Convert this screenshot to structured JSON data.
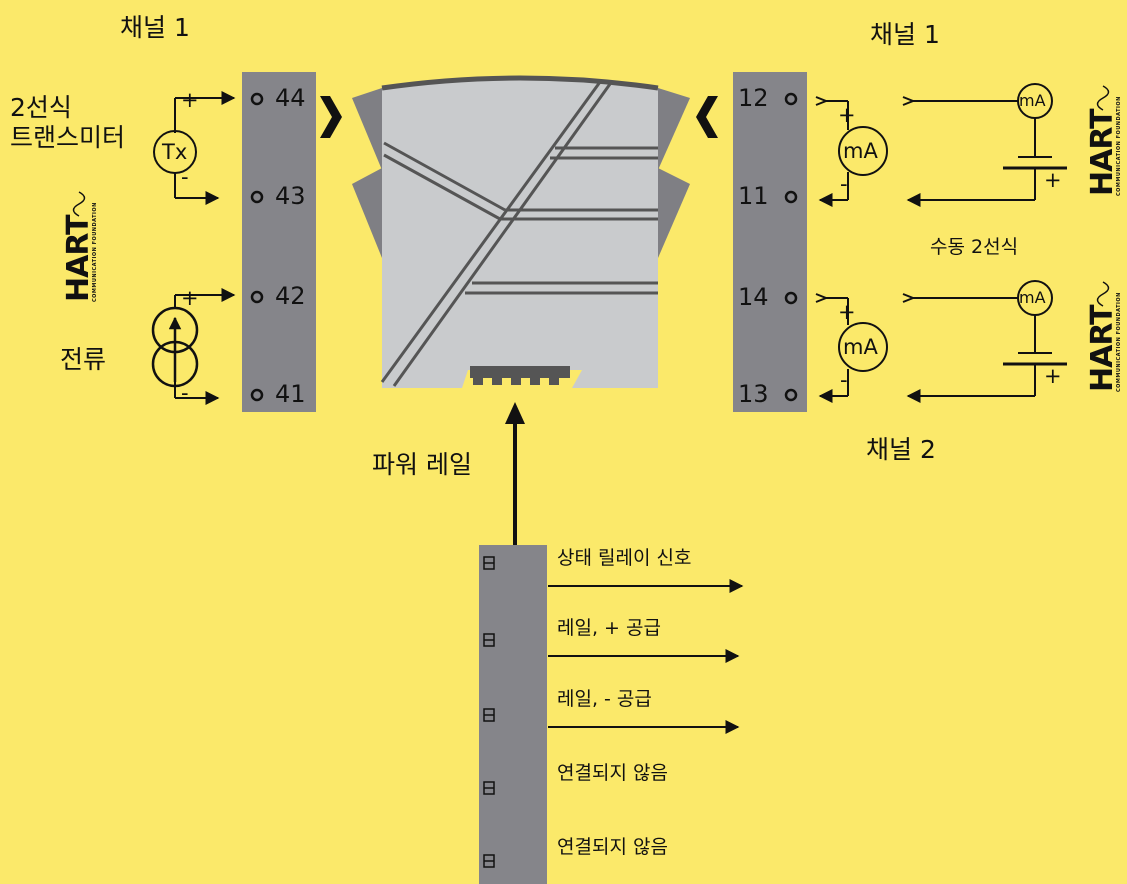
{
  "colors": {
    "background": "#fbe96a",
    "strip": "#85858a",
    "module": "#c9cbcd",
    "ink": "#111111"
  },
  "left": {
    "channel_label": "채널 1",
    "transmitter_label_line1": "2선식",
    "transmitter_label_line2": "트랜스미터",
    "transmitter_symbol": "Tx",
    "current_label": "전류",
    "terminals": [
      "44",
      "43",
      "42",
      "41"
    ]
  },
  "right": {
    "channel1_label": "채널 1",
    "channel2_label": "채널 2",
    "manual_label": "수동 2선식",
    "meter_symbol": "mA",
    "terminals": [
      "12",
      "11",
      "14",
      "13"
    ]
  },
  "polarity": {
    "plus": "+",
    "minus": "-"
  },
  "hart": {
    "word": "HART",
    "subtitle": "COMMUNICATION FOUNDATION"
  },
  "power_rail": {
    "label": "파워 레일",
    "signals": [
      "상태 릴레이 신호",
      "레일, + 공급",
      "레일, - 공급",
      "연결되지 않음",
      "연결되지 않음"
    ]
  }
}
